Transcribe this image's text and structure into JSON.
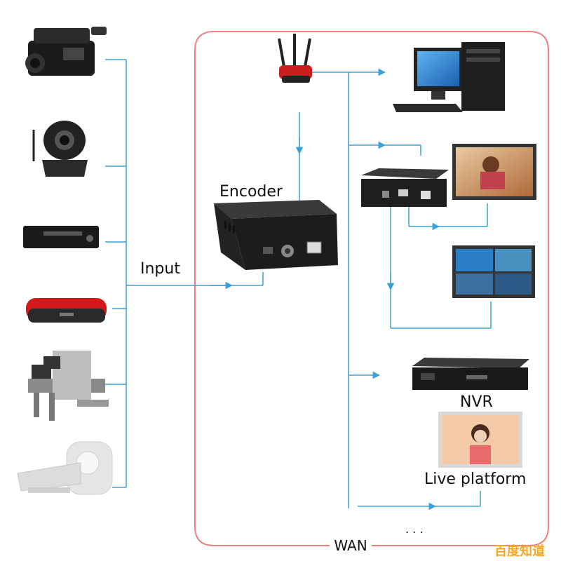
{
  "labels": {
    "encoder": "Encoder",
    "input": "Input",
    "nvr": "NVR",
    "live_platform": "Live platform",
    "wan": "WAN",
    "ellipsis": ". . .",
    "watermark": "百度知道"
  },
  "colors": {
    "line": "#3aa0d8",
    "wan_border": "#f08080",
    "wan_text": "#e03030",
    "watermark": "#f5a623"
  },
  "input_devices": [
    "video-camera-icon",
    "ip-camera-icon",
    "dvd-player-icon",
    "set-top-box-icon",
    "xray-scanner-icon",
    "ct-scanner-icon"
  ],
  "output_devices": [
    "desktop-pc-icon",
    "decoder-box-icon",
    "tv-display-icon",
    "video-wall-icon",
    "nvr-device-icon",
    "live-platform-screen-icon"
  ]
}
